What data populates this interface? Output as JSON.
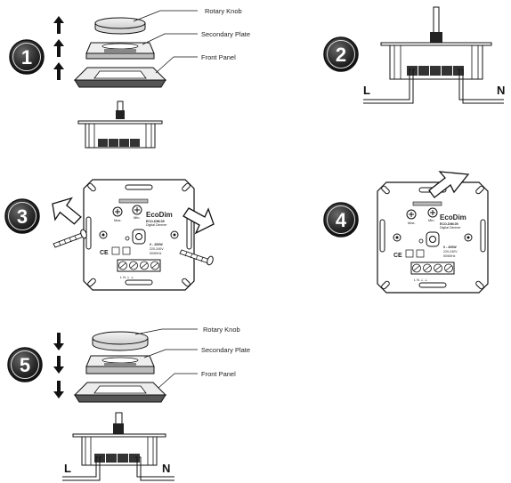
{
  "steps": [
    {
      "number": "1"
    },
    {
      "number": "2"
    },
    {
      "number": "3"
    },
    {
      "number": "4"
    },
    {
      "number": "5"
    }
  ],
  "labels": {
    "rotary_knob": "Rotary Knob",
    "secondary_plate": "Secondary Plate",
    "front_panel": "Front Panel",
    "live": "L",
    "neutral": "N"
  },
  "dimmer": {
    "brand": "EcoDim",
    "model": "ECO-DIM.05",
    "subtitle": "Digital Dimmer",
    "rating_1": "0 - 200W",
    "rating_2": "220-240V",
    "rating_3": "50/60Hz",
    "max": "Max.",
    "min": "Min.",
    "ce": "CE",
    "terminals": "L  N  ⊥  ⊥"
  },
  "colors": {
    "line": "#111111",
    "badge": "#1a1a1a",
    "terminal": "#333333"
  }
}
